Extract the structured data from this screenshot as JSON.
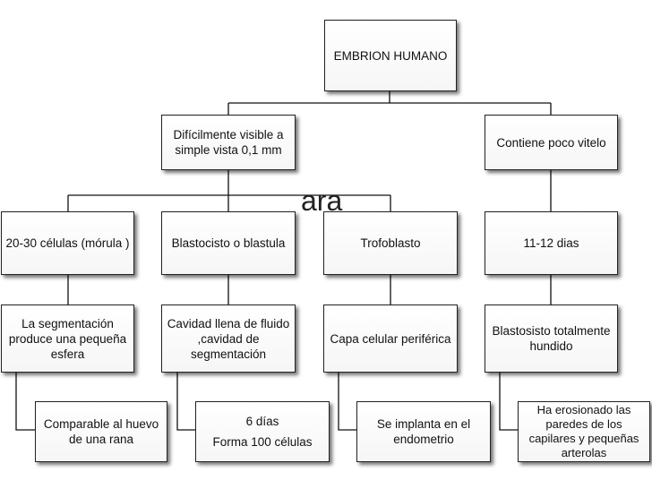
{
  "diagram": {
    "root": "EMBRION HUMANO",
    "level1": {
      "left": "Difícilmente visible a simple vista 0,1 mm",
      "right": "Contiene poco vitelo"
    },
    "level2": {
      "a": "20-30 células (mórula )",
      "b": "Blastocisto o blastula",
      "c": "Trofoblasto",
      "d": "11-12 dias"
    },
    "level3": {
      "a": "La segmentación produce una pequeña esfera",
      "b": "Cavidad llena de fluido ,cavidad de segmentación",
      "c": "Capa celular periférica",
      "d": "Blastosisto totalmente hundido"
    },
    "level4": {
      "a": "Comparable al huevo de una rana",
      "b_line1": "6 días",
      "b_line2": "Forma 100 células",
      "c": "Se implanta en el endometrio",
      "d": "Ha erosionado las paredes de los capilares y pequeñas arterolas"
    },
    "stray_text": "ara"
  }
}
